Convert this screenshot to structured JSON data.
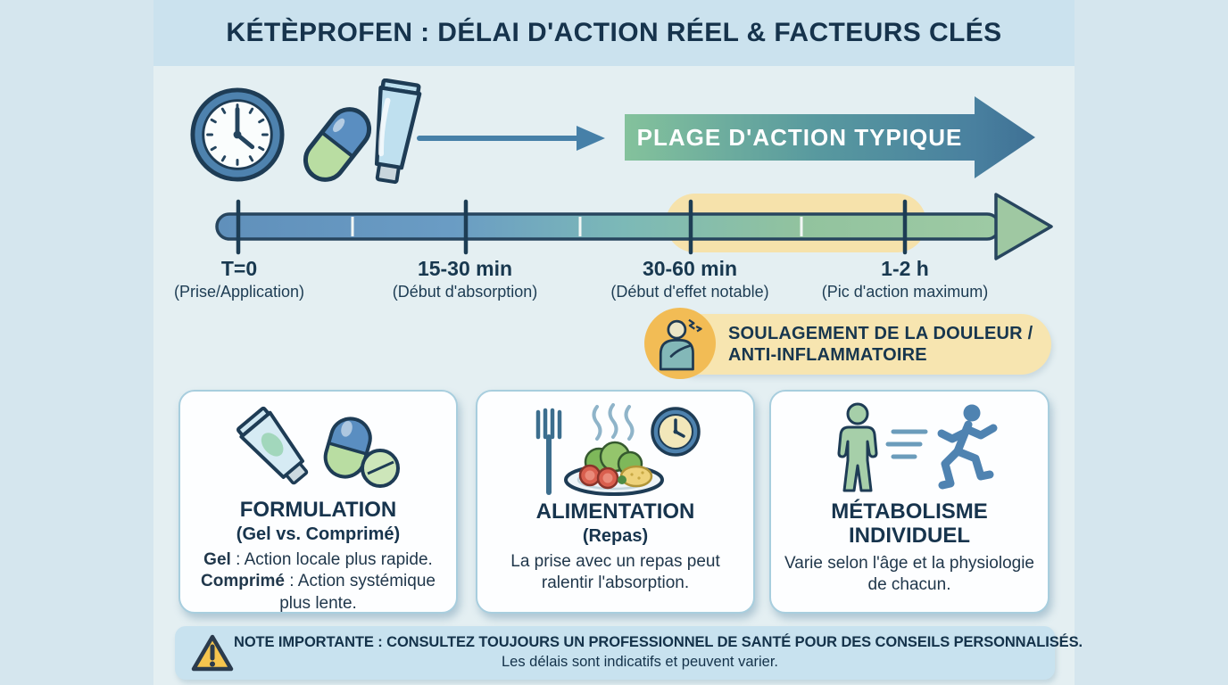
{
  "title": "KÉTÈPROFEN : DÉLAI D'ACTION RÉEL & FACTEURS CLÉS",
  "header": {
    "icons": [
      "clock-icon",
      "capsule-icon",
      "gel-tube-icon",
      "right-arrow-icon"
    ],
    "arrow_label": "PLAGE D'ACTION TYPIQUE"
  },
  "timeline": {
    "milestones": [
      {
        "time": "T=0",
        "label": "(Prise/Application)"
      },
      {
        "time": "15-30 min",
        "label": "(Début d'absorption)"
      },
      {
        "time": "30-60 min",
        "label": "(Début d'effet notable)"
      },
      {
        "time": "1-2 h",
        "label": "(Pic d'action maximum)"
      }
    ],
    "highlight": {
      "line1": "SOULAGEMENT DE LA DOULEUR /",
      "line2": "ANTI-INFLAMMATOIRE"
    }
  },
  "factors": [
    {
      "title": "FORMULATION",
      "subtitle": "(Gel vs. Comprimé)",
      "line1_lead": "Gel",
      "line1_text": " : Action locale plus rapide.",
      "line2_lead": "Comprimé",
      "line2_text": " : Action systémique plus lente."
    },
    {
      "title": "ALIMENTATION",
      "subtitle": "(Repas)",
      "line1_lead": "",
      "line1_text": "La prise avec un repas peut ralentir l'absorption.",
      "line2_lead": "",
      "line2_text": ""
    },
    {
      "title": "MÉTABOLISME INDIVIDUEL",
      "subtitle": "",
      "line1_lead": "",
      "line1_text": "Varie selon l'âge et la physiologie de chacun.",
      "line2_lead": "",
      "line2_text": ""
    }
  ],
  "note": {
    "line1": "NOTE IMPORTANTE : CONSULTEZ TOUJOURS UN PROFESSIONNEL DE SANTÉ POUR DES CONSEILS PERSONNALISÉS.",
    "line2": "Les délais sont indicatifs et peuvent varier."
  },
  "colors": {
    "outer_bg": "#d5e6ee",
    "content_bg": "#e4eff2",
    "title_bar": "#cbe2ee",
    "navy_text": "#17344d",
    "accent_blue": "#4680a8",
    "accent_green": "#8fc49c",
    "highlight_yellow": "#f6e2ab",
    "callout_yellow": "#f7e5b0",
    "callout_orange": "#f2bc55",
    "note_bar": "#c8e2ef",
    "warning_yellow": "#f6c54e"
  }
}
